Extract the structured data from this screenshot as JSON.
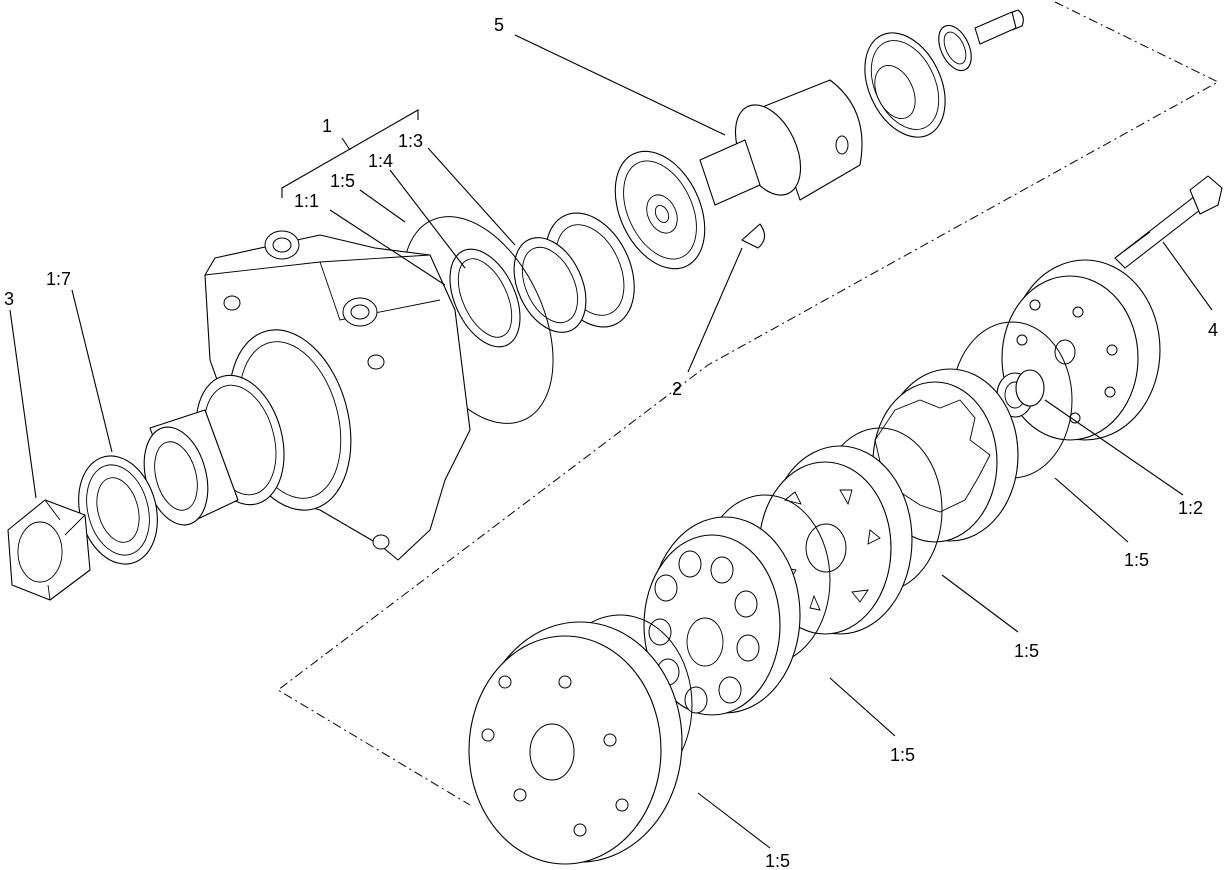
{
  "callouts": [
    {
      "id": "c1",
      "text": "1"
    },
    {
      "id": "c1_3",
      "text": "1:3"
    },
    {
      "id": "c1_4",
      "text": "1:4"
    },
    {
      "id": "c1_5a",
      "text": "1:5"
    },
    {
      "id": "c1_1",
      "text": "1:1"
    },
    {
      "id": "c1_7",
      "text": "1:7"
    },
    {
      "id": "c3",
      "text": "3"
    },
    {
      "id": "c5",
      "text": "5"
    },
    {
      "id": "c2",
      "text": "2"
    },
    {
      "id": "c4",
      "text": "4"
    },
    {
      "id": "c1_2",
      "text": "1:2"
    },
    {
      "id": "c1_5b",
      "text": "1:5"
    },
    {
      "id": "c1_5c",
      "text": "1:5"
    },
    {
      "id": "c1_5d",
      "text": "1:5"
    },
    {
      "id": "c1_5e",
      "text": "1:5"
    }
  ]
}
